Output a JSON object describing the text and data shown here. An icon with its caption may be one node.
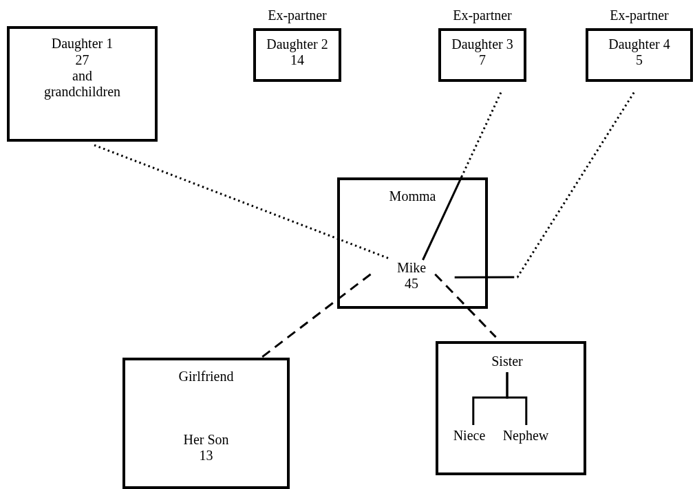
{
  "diagram": {
    "nodes": [
      {
        "text": [
          "Daughter 1",
          "27",
          "and grandchildren"
        ]
      },
      {
        "text": [
          "Daughter 2",
          "14"
        ],
        "beside": [
          "Ex-partner"
        ]
      },
      {
        "text": [
          "Daughter 3",
          "7"
        ],
        "beside": [
          "Ex-partner"
        ]
      },
      {
        "text": [
          "Daughter 4",
          "5"
        ],
        "beside": [
          "Ex-partner"
        ]
      },
      {
        "text": [
          "Momma"
        ]
      },
      {
        "text": [
          "Mike",
          "45"
        ],
        "in": 4
      },
      {
        "text": [
          "Girlfriend",
          "Her Son 13"
        ]
      },
      {
        "text": [],
        "shape": "box"
      },
      {
        "text": [
          "Sister"
        ],
        "in": 7
      },
      {
        "text": [
          "Niece"
        ],
        "in": 7
      },
      {
        "text": [
          "Nephew"
        ],
        "in": 7
      }
    ],
    "edges": [
      {
        "from": 0,
        "to": 5,
        "arrow": "none",
        "style": "dashed"
      },
      {
        "from": 2,
        "to": 5,
        "arrow": "none",
        "style": "dashed"
      },
      {
        "from": 3,
        "to": 5,
        "arrow": "none",
        "style": "dashed"
      },
      {
        "from": 5,
        "to": 6,
        "arrow": "none",
        "style": "dashed"
      },
      {
        "from": 5,
        "to": 7,
        "arrow": "none",
        "style": "dashed"
      },
      {
        "from": 8,
        "to": 9,
        "arrow": "none"
      },
      {
        "from": 8,
        "to": 10,
        "arrow": "none"
      }
    ]
  }
}
